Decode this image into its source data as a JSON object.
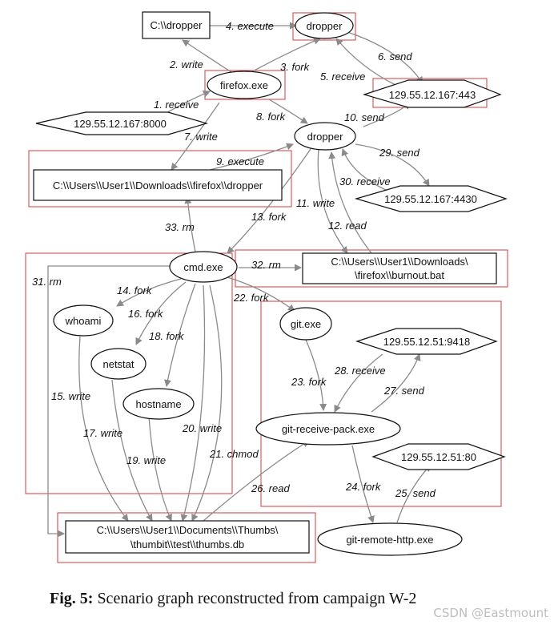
{
  "nodes": {
    "c_dropper": "C:\\\\dropper",
    "dropper_top": "dropper",
    "firefox": "firefox.exe",
    "ip_8000": "129.55.12.167:8000",
    "ip_443": "129.55.12.167:443",
    "dropper_mid": "dropper",
    "downloads_dropper": "C:\\\\Users\\\\User1\\\\Downloads\\\\firefox\\\\dropper",
    "ip_4430": "129.55.12.167:4430",
    "cmd": "cmd.exe",
    "burnout_line1": "C:\\\\Users\\\\User1\\\\Downloads\\",
    "burnout_line2": "\\firefox\\\\burnout.bat",
    "whoami": "whoami",
    "netstat": "netstat",
    "hostname": "hostname",
    "git": "git.exe",
    "ip_9418": "129.55.12.51:9418",
    "git_receive": "git-receive-pack.exe",
    "ip_80": "129.55.12.51:80",
    "git_remote": "git-remote-http.exe",
    "thumbs_line1": "C:\\\\Users\\\\User1\\\\Documents\\\\Thumbs\\",
    "thumbs_line2": "\\thumbit\\\\test\\\\thumbs.db"
  },
  "edges": {
    "e1": "1. receive",
    "e2": "2. write",
    "e3": "3. fork",
    "e4": "4. execute",
    "e5": "5. receive",
    "e6": "6. send",
    "e7": "7. write",
    "e8": "8. fork",
    "e9": "9. execute",
    "e10": "10. send",
    "e11": "11. write",
    "e12": "12. read",
    "e13": "13. fork",
    "e14": "14. fork",
    "e15": "15. write",
    "e16": "16. fork",
    "e17": "17. write",
    "e18": "18. fork",
    "e19": "19. write",
    "e20": "20. write",
    "e21": "21. chmod",
    "e22": "22. fork",
    "e23": "23. fork",
    "e24": "24. fork",
    "e25": "25. send",
    "e26": "26. read",
    "e27": "27. send",
    "e28": "28. receive",
    "e29": "29. send",
    "e30": "30. receive",
    "e31": "31. rm",
    "e32": "32. rm",
    "e33": "33. rm"
  },
  "caption": {
    "label": "Fig. 5:",
    "text": " Scenario graph reconstructed from campaign W-2"
  },
  "watermark": "CSDN @Eastmount",
  "colors": {
    "highlight": "#d9393b",
    "edge": "#8a8a8a",
    "stroke": "#111111"
  }
}
